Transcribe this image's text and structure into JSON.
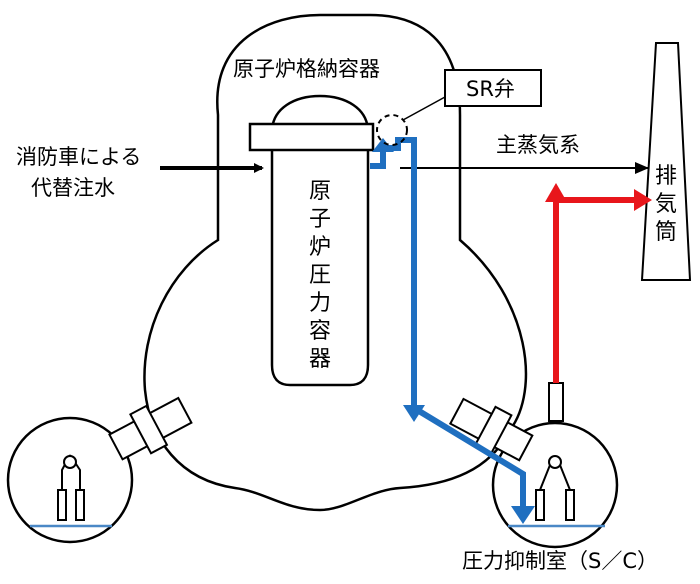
{
  "diagram": {
    "labels": {
      "containment_vessel": "原子炉格納容器",
      "sr_valve": "SR弁",
      "main_steam": "主蒸気系",
      "fire_engine_line1": "消防車による",
      "fire_engine_line2": "代替注水",
      "reactor_pressure_vessel": [
        "原",
        "子",
        "炉",
        "圧",
        "力",
        "容",
        "器"
      ],
      "exhaust_stack": [
        "排",
        "気",
        "筒"
      ],
      "suppression_chamber": "圧力抑制室（S／C）"
    },
    "colors": {
      "line": "#000000",
      "water_flow": "#1f6fc0",
      "vent_flow": "#e8161b",
      "pool_water": "#4a88c6",
      "sr_callout": "#000000"
    },
    "icons": {
      "arrow_fire_engine": "arrow-right-icon",
      "arrow_main_steam": "arrow-right-icon",
      "sr_valve_marker": "dashed-circle-icon"
    }
  }
}
